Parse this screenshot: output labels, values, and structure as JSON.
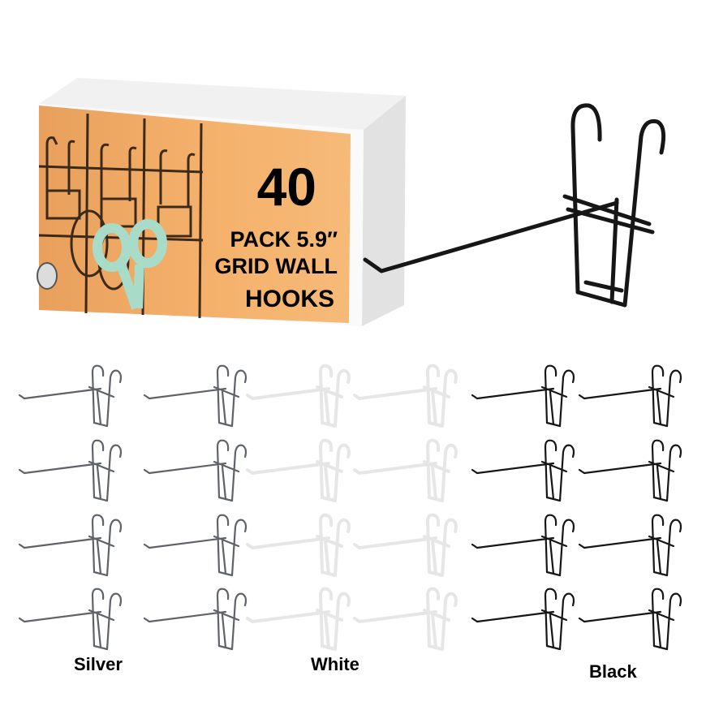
{
  "product": {
    "count": "40",
    "line1": "PACK 5.9″",
    "line2": "GRID WALL",
    "line3": "HOOKS"
  },
  "box": {
    "label_color": "#f4b06a",
    "top_color": "#f1f1f1",
    "side_color": "#e2e2e2"
  },
  "colors": [
    {
      "label": "Silver",
      "wire": "#5f6368",
      "count": 8
    },
    {
      "label": "White",
      "wire": "#e6e6e6",
      "count": 8
    },
    {
      "label": "Black",
      "wire": "#161616",
      "count": 8
    }
  ],
  "featured_hook_color": "#161616"
}
